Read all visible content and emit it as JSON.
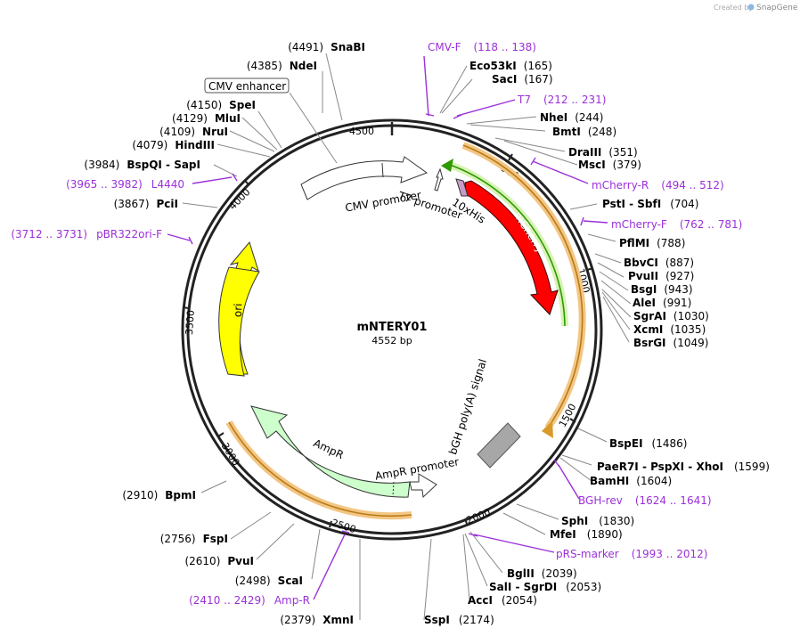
{
  "watermark": {
    "created_by": "Created by",
    "brand": "SnapGene"
  },
  "plasmid": {
    "name": "mNTERY01",
    "length_label": "4552 bp",
    "length": 4552
  },
  "tick_labels": [
    "500",
    "1000",
    "1500",
    "2000",
    "2500",
    "3000",
    "3500",
    "4000",
    "4500"
  ],
  "enzymes": [
    {
      "name": "SnaBI",
      "pos": "(4491)",
      "side": "L"
    },
    {
      "name": "NdeI",
      "pos": "(4385)",
      "side": "L"
    },
    {
      "name": "SpeI",
      "pos": "(4150)",
      "side": "L"
    },
    {
      "name": "MluI",
      "pos": "(4129)",
      "side": "L"
    },
    {
      "name": "NruI",
      "pos": "(4109)",
      "side": "L"
    },
    {
      "name": "HindIII",
      "pos": "(4079)",
      "side": "L"
    },
    {
      "name": "BspQI - SapI",
      "pos": "(3984)",
      "side": "L"
    },
    {
      "name": "PciI",
      "pos": "(3867)",
      "side": "L"
    },
    {
      "name": "Eco53kI",
      "pos": "(165)",
      "side": "R"
    },
    {
      "name": "SacI",
      "pos": "(167)",
      "side": "R"
    },
    {
      "name": "NheI",
      "pos": "(244)",
      "side": "R"
    },
    {
      "name": "BmtI",
      "pos": "(248)",
      "side": "R"
    },
    {
      "name": "DraIII",
      "pos": "(351)",
      "side": "R"
    },
    {
      "name": "MscI",
      "pos": "(379)",
      "side": "R"
    },
    {
      "name": "PstI - SbfI",
      "pos": "(704)",
      "side": "R"
    },
    {
      "name": "PflMI",
      "pos": "(788)",
      "side": "R"
    },
    {
      "name": "BbvCI",
      "pos": "(887)",
      "side": "R"
    },
    {
      "name": "PvuII",
      "pos": "(927)",
      "side": "R"
    },
    {
      "name": "BsgI",
      "pos": "(943)",
      "side": "R"
    },
    {
      "name": "AleI",
      "pos": "(991)",
      "side": "R"
    },
    {
      "name": "SgrAI",
      "pos": "(1030)",
      "side": "R"
    },
    {
      "name": "XcmI",
      "pos": "(1035)",
      "side": "R"
    },
    {
      "name": "BsrGI",
      "pos": "(1049)",
      "side": "R"
    },
    {
      "name": "BspEI",
      "pos": "(1486)",
      "side": "R"
    },
    {
      "name": "PaeR7I - PspXI - XhoI",
      "pos": "(1599)",
      "side": "R"
    },
    {
      "name": "BamHI",
      "pos": "(1604)",
      "side": "R"
    },
    {
      "name": "SphI",
      "pos": "(1830)",
      "side": "R"
    },
    {
      "name": "MfeI",
      "pos": "(1890)",
      "side": "R"
    },
    {
      "name": "BglII",
      "pos": "(2039)",
      "side": "R"
    },
    {
      "name": "SalI - SgrDI",
      "pos": "(2053)",
      "side": "R"
    },
    {
      "name": "AccI",
      "pos": "(2054)",
      "side": "R"
    },
    {
      "name": "SspI",
      "pos": "(2174)",
      "side": "R"
    },
    {
      "name": "XmnI",
      "pos": "(2379)",
      "side": "L"
    },
    {
      "name": "ScaI",
      "pos": "(2498)",
      "side": "L"
    },
    {
      "name": "PvuI",
      "pos": "(2610)",
      "side": "L"
    },
    {
      "name": "FspI",
      "pos": "(2756)",
      "side": "L"
    },
    {
      "name": "BpmI",
      "pos": "(2910)",
      "side": "L"
    }
  ],
  "primers": [
    {
      "name": "CMV-F",
      "range": "(118 .. 138)"
    },
    {
      "name": "T7",
      "range": "(212 .. 231)"
    },
    {
      "name": "mCherry-R",
      "range": "(494 .. 512)"
    },
    {
      "name": "mCherry-F",
      "range": "(762 .. 781)"
    },
    {
      "name": "BGH-rev",
      "range": "(1624 .. 1641)"
    },
    {
      "name": "pRS-marker",
      "range": "(1993 .. 2012)"
    },
    {
      "name": "Amp-R",
      "range": "(2410 .. 2429)"
    },
    {
      "name": "L4440",
      "range": "(3965 .. 3982)"
    },
    {
      "name": "pBR322ori-F",
      "range": "(3712 .. 3731)"
    }
  ],
  "features": [
    {
      "name": "CMV enhancer",
      "color": "#ffffff"
    },
    {
      "name": "CMV promoter",
      "color": "#ffffff"
    },
    {
      "name": "T7 promoter",
      "color": "#ffffff"
    },
    {
      "name": "10xHis",
      "color": "#b08ab0"
    },
    {
      "name": "mCherry",
      "color": "#ff0000"
    },
    {
      "name": "bGH poly(A) signal",
      "color": "#999999"
    },
    {
      "name": "AmpR promoter",
      "color": "#ffffff"
    },
    {
      "name": "AmpR",
      "color": "#ccffcc"
    },
    {
      "name": "ori",
      "color": "#ffff00"
    }
  ],
  "colors": {
    "primer": "#9b30d9",
    "orf_orange": "#f0a030",
    "orf_green": "#2f9900",
    "backbone": "#333333"
  }
}
